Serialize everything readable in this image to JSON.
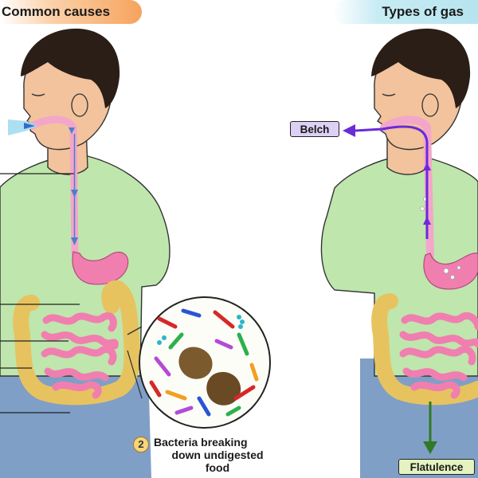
{
  "headers": {
    "left": "Common causes",
    "right": "Types of gas"
  },
  "labels": {
    "belch": "Belch",
    "flatulence": "Flatulence"
  },
  "causes": {
    "bacteria": {
      "number": "2",
      "lines": [
        "Bacteria breaking",
        "down undigested",
        "food"
      ]
    }
  },
  "colors": {
    "skin": "#f2c39d",
    "shirt": "#bfe6ad",
    "jeans": "#7f9fc7",
    "hair": "#2a1e17",
    "esophagus": "#f3a6c9",
    "intestine": "#f07fb0",
    "colon": "#e7c35f",
    "swallow_arrow": "#4b7fd0",
    "belch_arrow": "#6a2bd8",
    "flatulence_arrow": "#2f7a25"
  },
  "icons": [
    "air-stream-icon",
    "magnifier-circle-icon",
    "down-arrow-icon",
    "up-arrow-icon",
    "left-arrow-icon"
  ]
}
